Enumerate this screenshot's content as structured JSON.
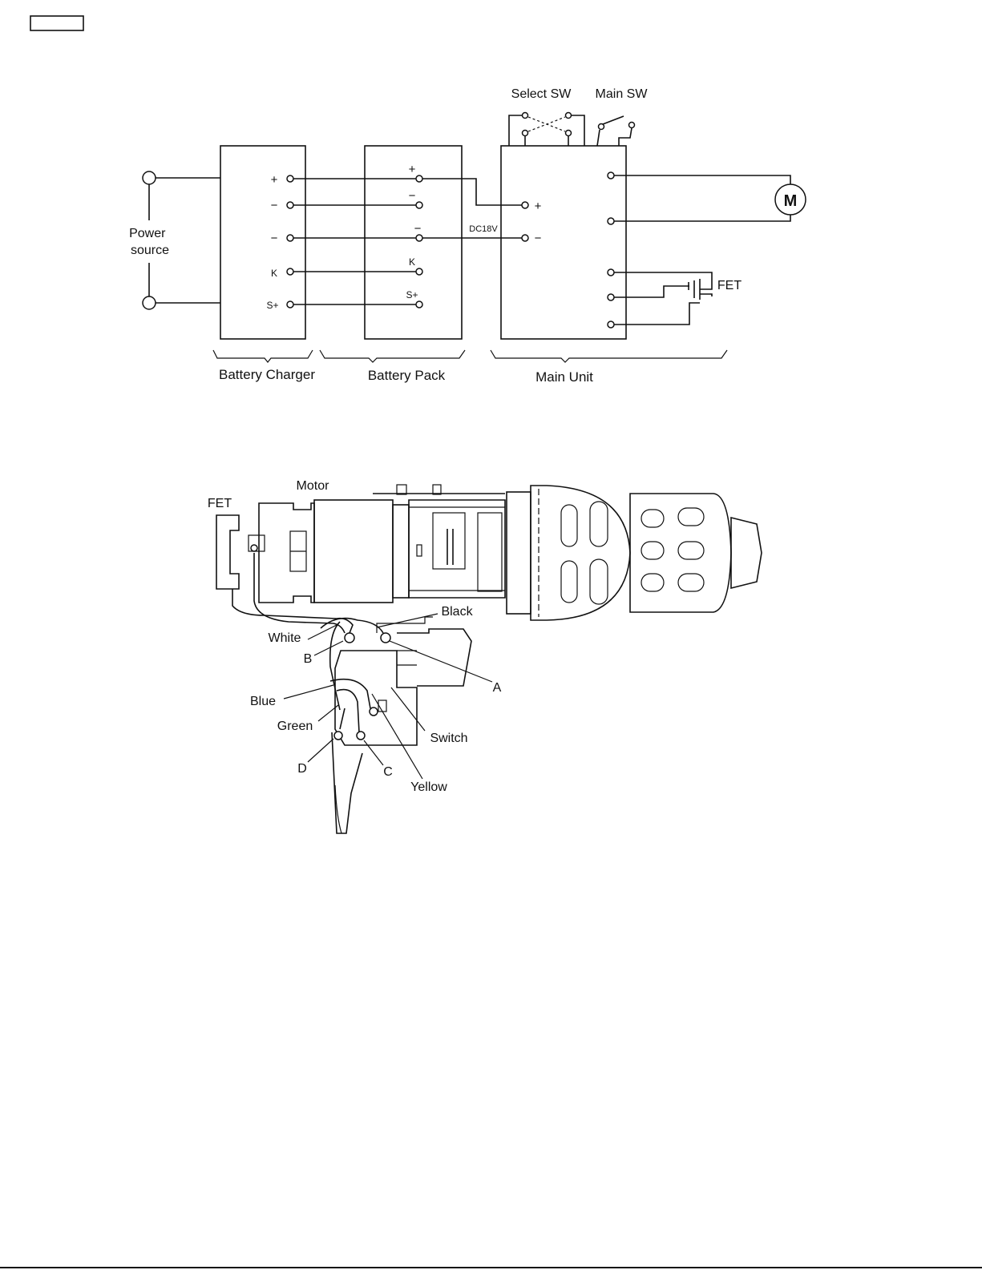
{
  "header_box": "",
  "schematic": {
    "power_source": "Power\nsource",
    "battery_charger_label": "Battery Charger",
    "battery_pack_label": "Battery Pack",
    "main_unit_label": "Main Unit",
    "select_sw": "Select SW",
    "main_sw": "Main SW",
    "dc_voltage": "DC18V",
    "fet": "FET",
    "motor_symbol": "M",
    "charger_terminals": [
      "+",
      "−",
      "−",
      "K",
      "S+"
    ],
    "pack_terminals": [
      "+",
      "−",
      "−",
      "K",
      "S+"
    ],
    "main_terminals": [
      "+",
      "−"
    ]
  },
  "wiring": {
    "motor": "Motor",
    "fet": "FET",
    "black": "Black",
    "white": "White",
    "b": "B",
    "a": "A",
    "blue": "Blue",
    "green": "Green",
    "switch": "Switch",
    "d": "D",
    "c": "C",
    "yellow": "Yellow"
  }
}
